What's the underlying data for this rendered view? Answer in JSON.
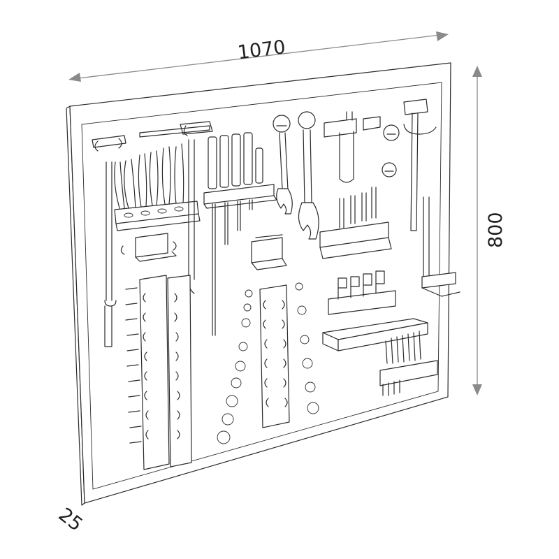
{
  "dimensions": {
    "width": "1070",
    "height": "800",
    "depth": "25"
  },
  "colors": {
    "line": "#2b2b2b",
    "dimension": "#8a8a8a",
    "background": "#ffffff"
  }
}
